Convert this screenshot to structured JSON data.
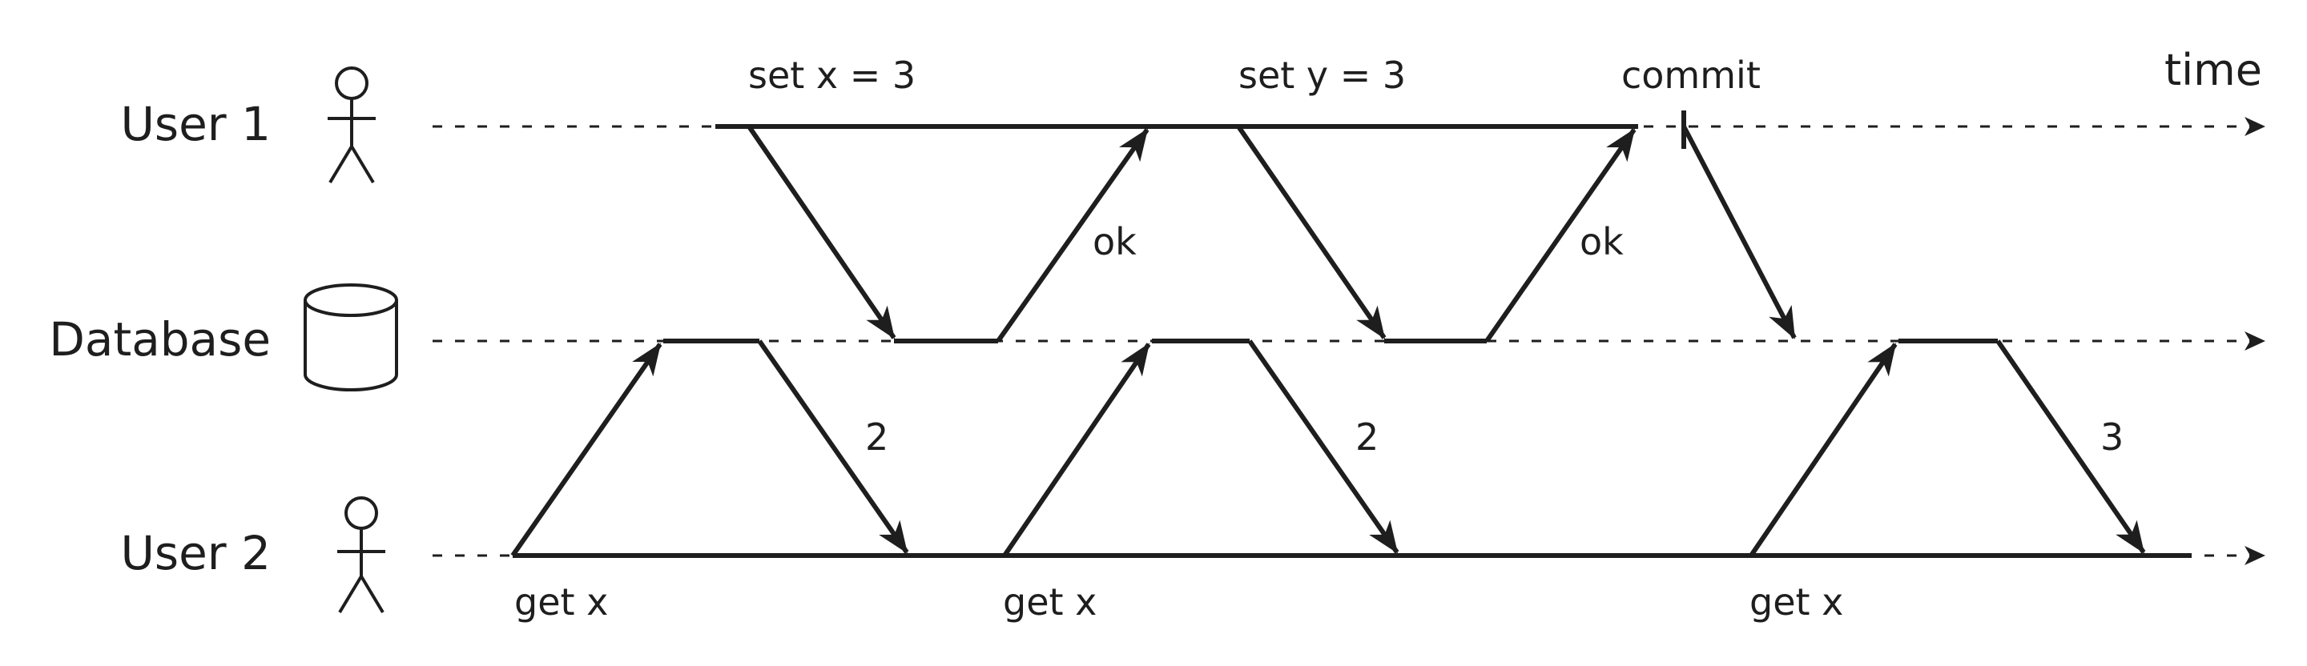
{
  "lanes": {
    "user1": "User 1",
    "database": "Database",
    "user2": "User 2"
  },
  "axis": {
    "time": "time"
  },
  "user1_ops": {
    "set_x": "set x = 3",
    "set_y": "set y = 3",
    "commit": "commit"
  },
  "responses": {
    "ok_1": "ok",
    "ok_2": "ok"
  },
  "user2_ops": {
    "get_x_1": "get x",
    "get_x_2": "get x",
    "get_x_3": "get x"
  },
  "reads": {
    "value_1": "2",
    "value_2": "2",
    "value_3": "3"
  },
  "icons": {
    "user1": "person-icon",
    "database": "database-icon",
    "user2": "person-icon"
  },
  "colors": {
    "ink": "#1e1e1e",
    "background": "#ffffff"
  }
}
